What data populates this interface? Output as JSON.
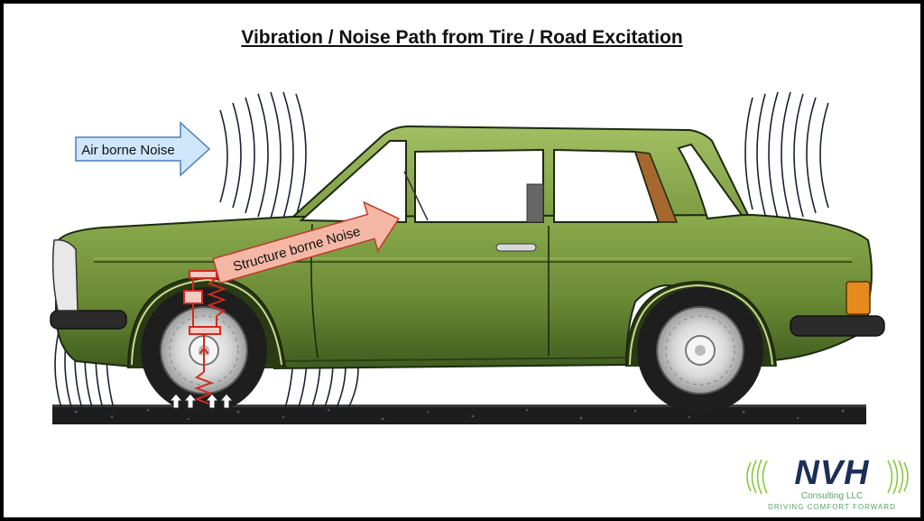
{
  "title": "Vibration / Noise Path from Tire / Road Excitation",
  "labels": {
    "airborne": "Air borne Noise",
    "structure": "Structure borne Noise"
  },
  "logo": {
    "name": "NVH",
    "company": "Consulting LLC",
    "tagline": "DRIVING COMFORT FORWARD"
  },
  "colors": {
    "car_body": "#6b8a35",
    "airborne_arrow": "#cfe6fb",
    "structure_arrow": "#f4b7a6",
    "suspension": "#d22a1f",
    "logo_navy": "#1c2f57",
    "logo_green": "#59a36a"
  },
  "icons": [
    "sound-wave-icon",
    "spring-icon",
    "damper-icon",
    "upward-arrow-icon"
  ]
}
